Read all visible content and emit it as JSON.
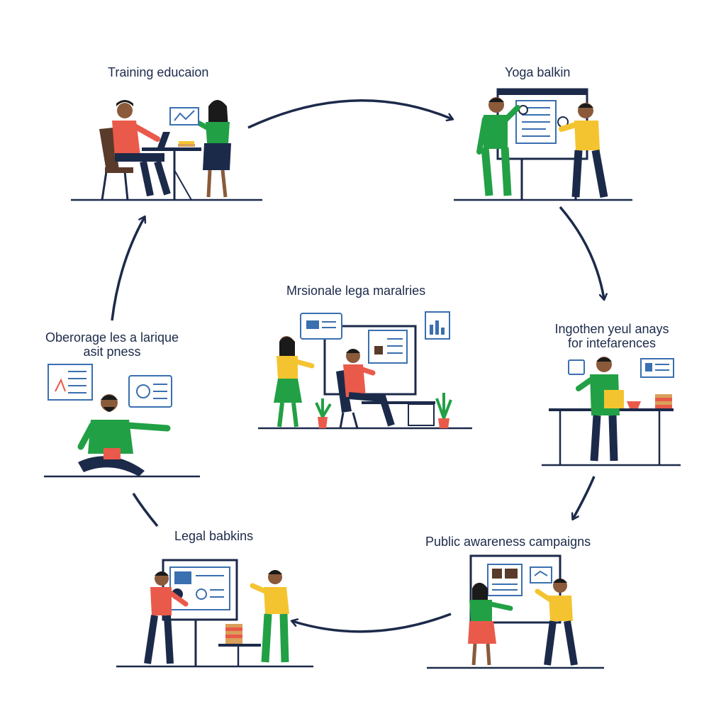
{
  "stages": {
    "top_left": {
      "label": "Training educaion"
    },
    "top_right": {
      "label": "Yoga balkin"
    },
    "center": {
      "label": "Mrsionale lega maralries"
    },
    "right": {
      "label_line1": "Ingothen yeul anays",
      "label_line2": "for intefarences"
    },
    "left": {
      "label_line1": "Oberorage les a larique",
      "label_line2": "asit pness"
    },
    "bottom_left": {
      "label": "Legal babkins"
    },
    "bottom_right": {
      "label": "Public awareness campaigns"
    }
  },
  "colors": {
    "navy": "#1c2a4a",
    "green": "#22a045",
    "red": "#ea5a4a",
    "yellow": "#f4c430",
    "blue": "#3a6fb0",
    "skin": "#8a5a3a",
    "hair": "#1a1a1a",
    "brown": "#5a3a2a",
    "tan": "#d9a05a"
  }
}
